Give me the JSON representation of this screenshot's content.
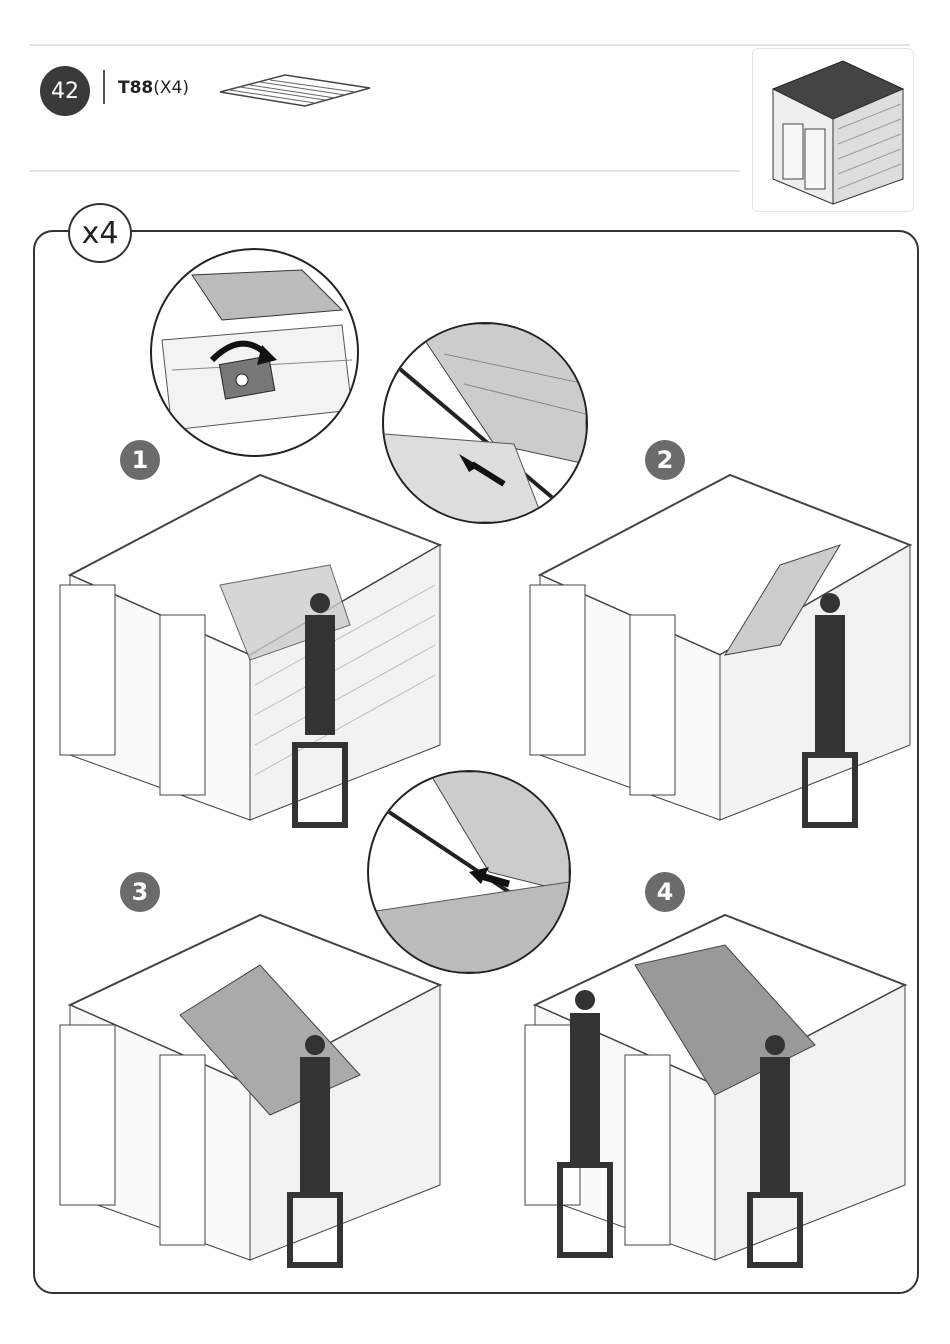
{
  "header": {
    "step_number": "42",
    "part_code": "T88",
    "part_quantity": "(X4)"
  },
  "quantity_badge": "x4",
  "steps": [
    "1",
    "2",
    "3",
    "4"
  ]
}
